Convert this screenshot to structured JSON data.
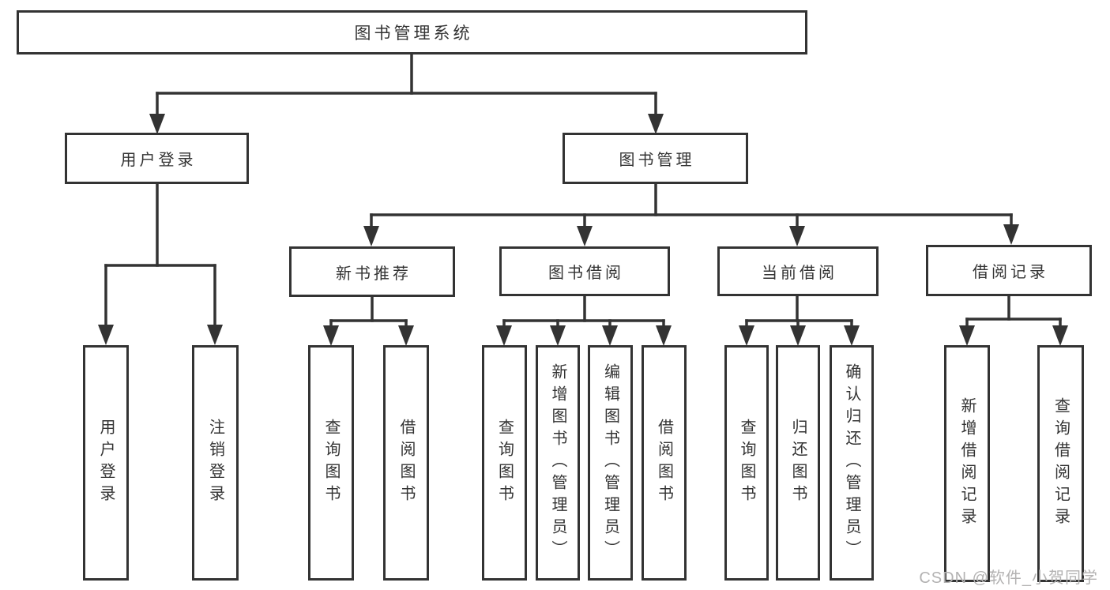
{
  "diagram": {
    "root": {
      "label": "图书管理系统"
    },
    "level2": [
      {
        "id": "user-login",
        "label": "用户登录"
      },
      {
        "id": "book-management",
        "label": "图书管理"
      }
    ],
    "level3": [
      {
        "id": "new-book-recommend",
        "label": "新书推荐",
        "parent": "图书管理"
      },
      {
        "id": "book-borrow",
        "label": "图书借阅",
        "parent": "图书管理"
      },
      {
        "id": "current-borrow",
        "label": "当前借阅",
        "parent": "图书管理"
      },
      {
        "id": "borrow-records",
        "label": "借阅记录",
        "parent": "图书管理"
      }
    ],
    "leaves": [
      {
        "id": "user-login",
        "label": "用户登录",
        "parent": "用户登录"
      },
      {
        "id": "logout",
        "label": "注销登录",
        "parent": "用户登录"
      },
      {
        "id": "query-books-recommend",
        "label": "查询图书",
        "parent": "新书推荐"
      },
      {
        "id": "borrow-books-recommend",
        "label": "借阅图书",
        "parent": "新书推荐"
      },
      {
        "id": "query-books-borrow",
        "label": "查询图书",
        "parent": "图书借阅"
      },
      {
        "id": "add-book-admin",
        "label": "新增图书（管理员）",
        "parent": "图书借阅"
      },
      {
        "id": "edit-book-admin",
        "label": "编辑图书（管理员）",
        "parent": "图书借阅"
      },
      {
        "id": "borrow-books-borrow",
        "label": "借阅图书",
        "parent": "图书借阅"
      },
      {
        "id": "query-books-current",
        "label": "查询图书",
        "parent": "当前借阅"
      },
      {
        "id": "return-book",
        "label": "归还图书",
        "parent": "当前借阅"
      },
      {
        "id": "confirm-return-admin",
        "label": "确认归还（管理员）",
        "parent": "当前借阅"
      },
      {
        "id": "add-borrow-record",
        "label": "新增借阅记录",
        "parent": "借阅记录"
      },
      {
        "id": "query-borrow-record",
        "label": "查询借阅记录",
        "parent": "借阅记录"
      }
    ],
    "watermark": "CSDN @软件_小贺同学",
    "colors": {
      "line": "#333333",
      "box_border": "#333333",
      "text": "#333333",
      "watermark": "#b3b2b2",
      "background": "#ffffff"
    }
  }
}
